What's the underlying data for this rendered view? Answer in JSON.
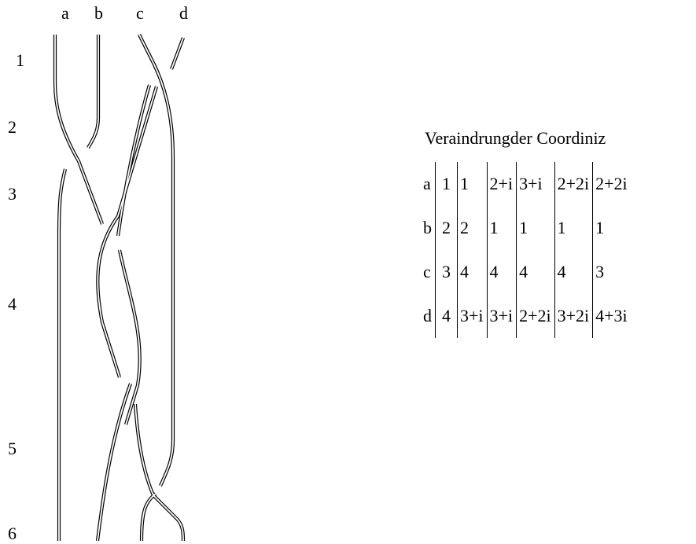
{
  "strand_labels": [
    "a",
    "b",
    "c",
    "d"
  ],
  "step_labels": [
    "1",
    "2",
    "3",
    "4",
    "5",
    "6"
  ],
  "table_title": "Veraindrungder Coordiniz",
  "table": {
    "rows": [
      {
        "label": "a",
        "cells": [
          "1",
          "1",
          "2+i",
          "3+i",
          "2+2i",
          "2+2i"
        ]
      },
      {
        "label": "b",
        "cells": [
          "2",
          "2",
          "1",
          "1",
          "1",
          "1"
        ]
      },
      {
        "label": "c",
        "cells": [
          "3",
          "4",
          "4",
          "4",
          "4",
          "3"
        ]
      },
      {
        "label": "d",
        "cells": [
          "4",
          "3+i",
          "3+i",
          "2+2i",
          "3+2i",
          "4+3i"
        ]
      }
    ]
  },
  "line_color": "#000000"
}
